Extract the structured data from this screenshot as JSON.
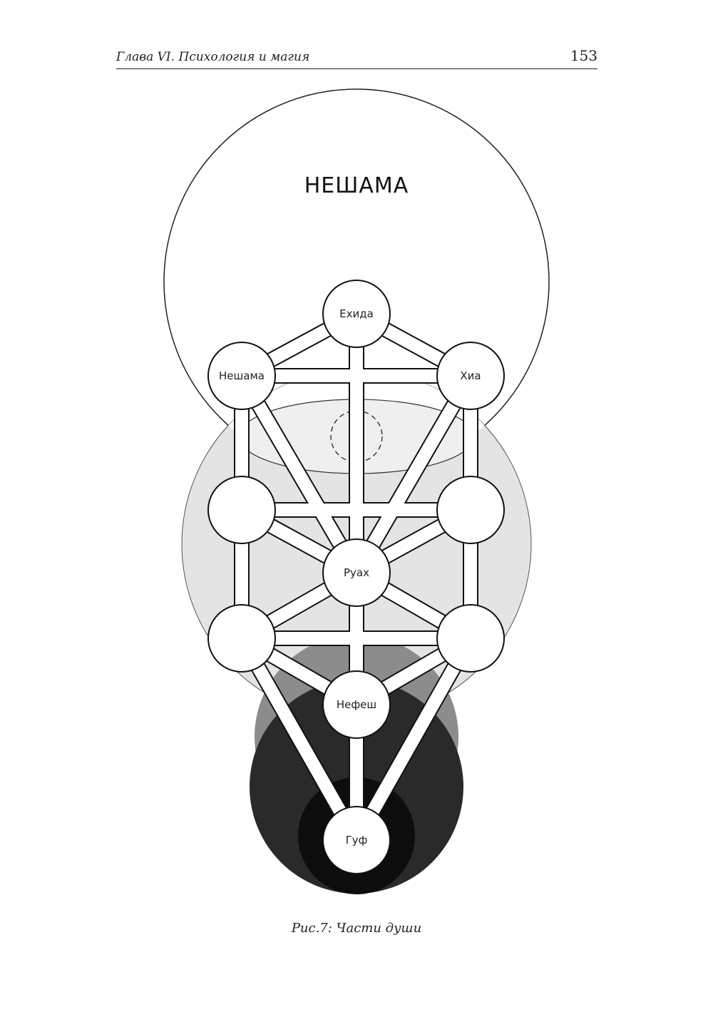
{
  "header": {
    "title": "Глава VI. Психология и магия",
    "page_number": "153"
  },
  "diagram": {
    "region_label": "НЕШАМА",
    "nodes": {
      "yechidah": "Ехида",
      "neshamah": "Нешама",
      "chiah": "Хиа",
      "ruach": "Руах",
      "nefesh": "Нефеш",
      "guf": "Гуф"
    }
  },
  "caption": "Рис.7: Части души",
  "colors": {
    "ink": "#222222",
    "ruach_sphere": "#e4e4e4",
    "nefesh_sphere": "#8c8c8c",
    "lower_sphere": "#2a2a2a",
    "guf_ring": "#0d0d0d"
  }
}
